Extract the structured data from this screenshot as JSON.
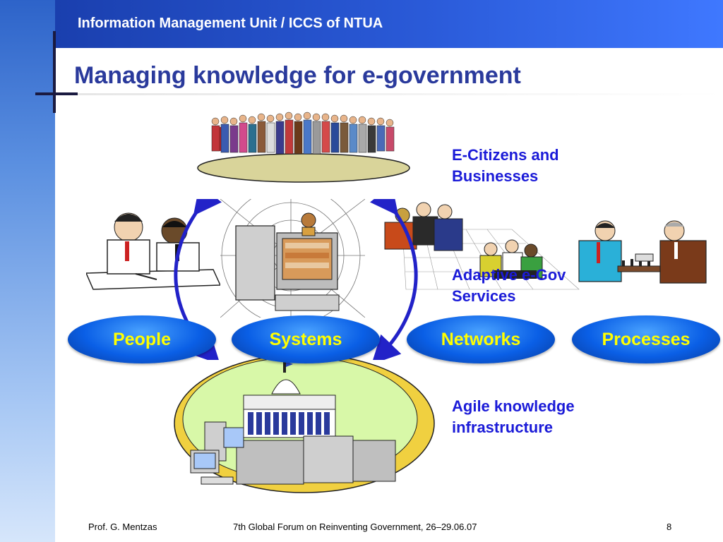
{
  "header": {
    "title": "Information Management Unit / ICCS of NTUA"
  },
  "slide": {
    "title": "Managing knowledge for e-government"
  },
  "labels": {
    "citizens": [
      "E-Citizens and",
      "Businesses"
    ],
    "services": [
      "Adaptive e-Gov",
      "Services"
    ],
    "infrastructure": [
      "Agile knowledge",
      "infrastructure"
    ]
  },
  "ovals": [
    "People",
    "Systems",
    "Networks",
    "Processes"
  ],
  "footer": {
    "author": "Prof. G. Mentzas",
    "event": "7th Global Forum on Reinventing Government, 26–29.06.07",
    "page": "8"
  },
  "colors": {
    "header_blue": "#2a5ad8",
    "title_blue": "#2a3a9c",
    "label_blue": "#1b1bd8",
    "oval_text": "#ffff00",
    "arrow": "#2222c8"
  }
}
